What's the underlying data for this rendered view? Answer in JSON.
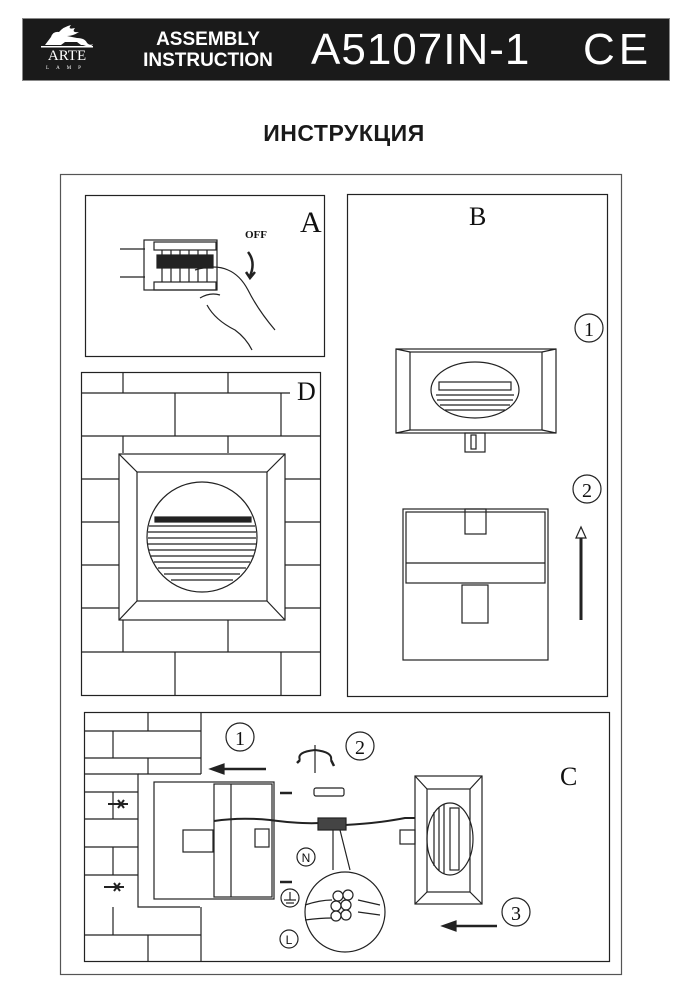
{
  "header": {
    "brand": "ARTE",
    "brand_sub": "LAMP",
    "subtitle_line1": "ASSEMBLY",
    "subtitle_line2": "INSTRUCTION",
    "model": "A5107IN-1",
    "certification_mark": "CE"
  },
  "title": "ИНСТРУКЦИЯ",
  "panels": {
    "a": {
      "label": "A",
      "switch_text": "OFF"
    },
    "b": {
      "label": "B",
      "steps": [
        "1",
        "2"
      ]
    },
    "c": {
      "label": "C",
      "steps": [
        "1",
        "2",
        "3"
      ],
      "wire_labels": {
        "neutral": "N",
        "live": "L"
      }
    },
    "d": {
      "label": "D"
    }
  },
  "colors": {
    "header_bg": "#1a1a1a",
    "line": "#222222"
  }
}
